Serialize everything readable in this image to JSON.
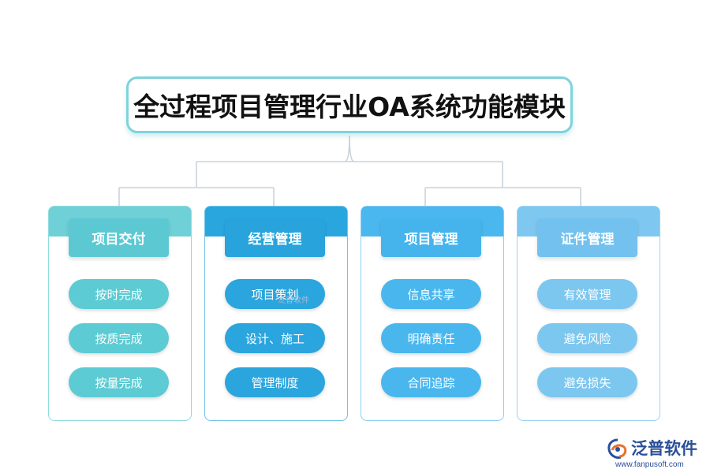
{
  "title": "全过程项目管理行业OA系统功能模块",
  "columns": [
    {
      "heading": "项目交付",
      "items": [
        "按时完成",
        "按质完成",
        "按量完成"
      ],
      "colors": {
        "border": "#8fdbe0",
        "band": "#6fd0d8",
        "head": "#5cc9d2",
        "pill": "#5ccbd3"
      }
    },
    {
      "heading": "经营管理",
      "items": [
        "项目策划",
        "设计、施工",
        "管理制度"
      ],
      "colors": {
        "border": "#72c4e6",
        "band": "#2aa6df",
        "head": "#29a3dc",
        "pill": "#2aa5de"
      }
    },
    {
      "heading": "项目管理",
      "items": [
        "信息共享",
        "明确责任",
        "合同追踪"
      ],
      "colors": {
        "border": "#8acdef",
        "band": "#4ab7ee",
        "head": "#45b4ec",
        "pill": "#49b7ee"
      }
    },
    {
      "heading": "证件管理",
      "items": [
        "有效管理",
        "避免风险",
        "避免损失"
      ],
      "colors": {
        "border": "#9dd3ef",
        "band": "#7ec7f0",
        "head": "#73c1ee",
        "pill": "#7cc7ef"
      }
    }
  ],
  "watermark": "泛普软件",
  "logo": {
    "name": "泛普软件",
    "url": "www.fanpusoft.com"
  },
  "connector_color": "#c9d3dc"
}
